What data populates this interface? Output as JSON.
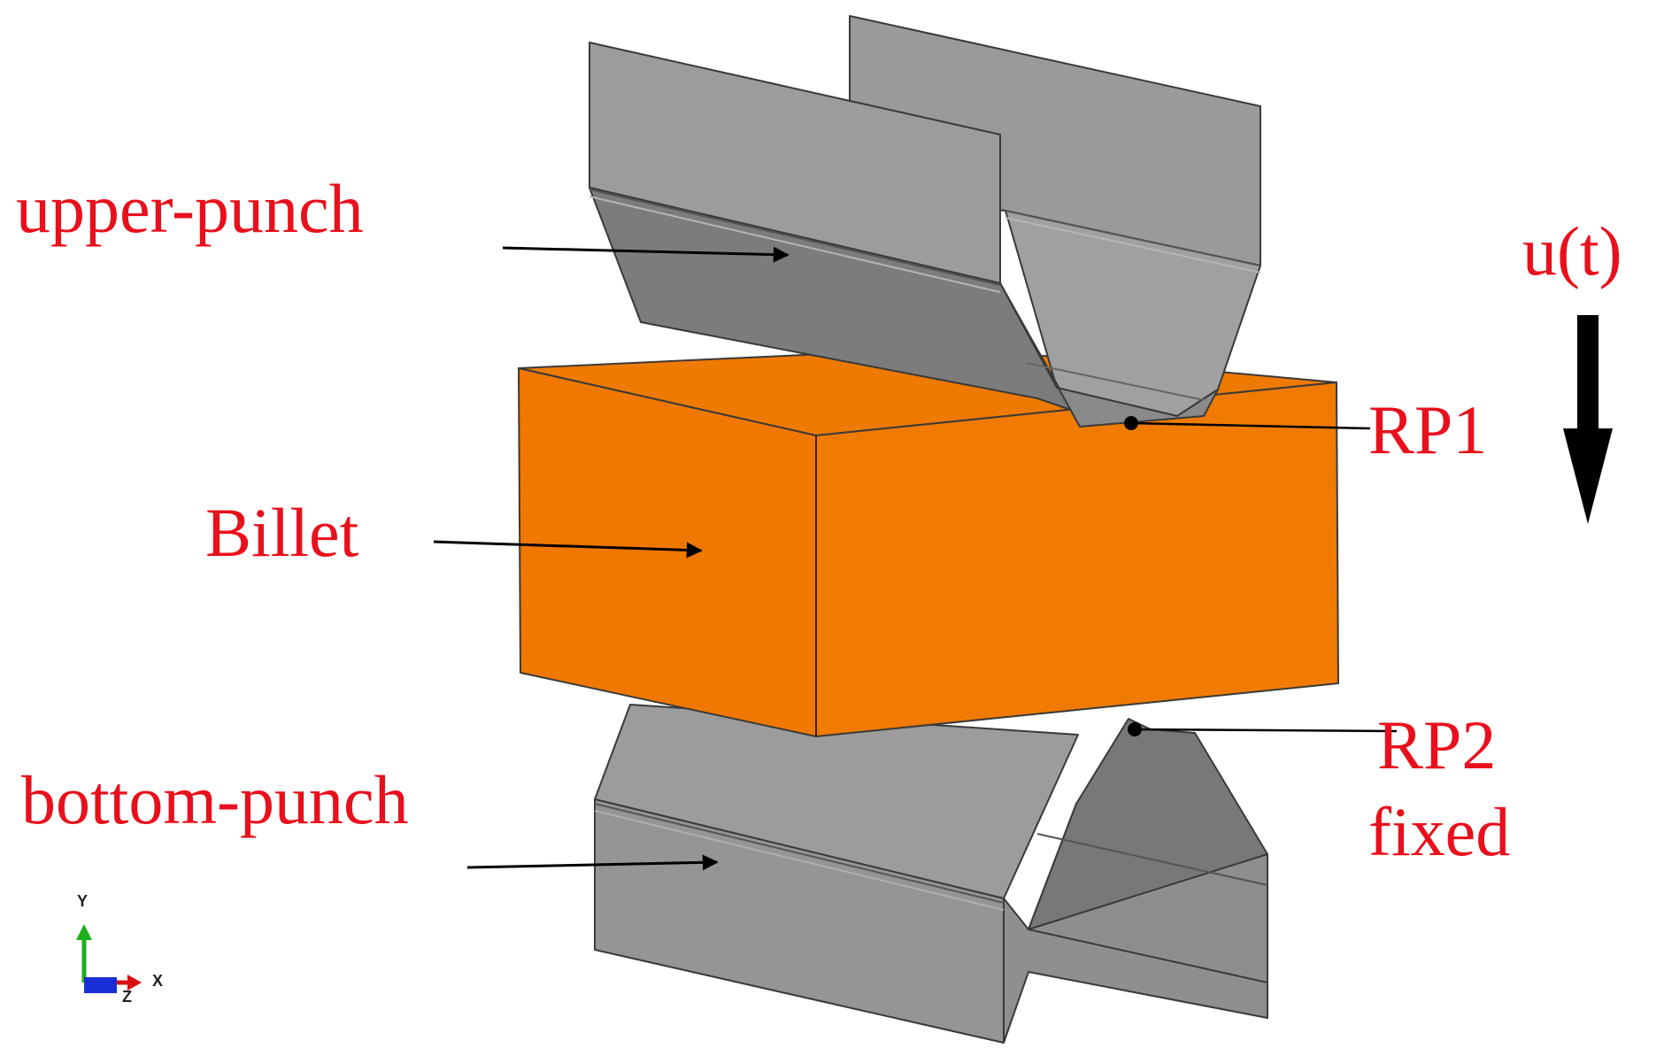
{
  "labels": {
    "upper_punch": "upper-punch",
    "billet": "Billet",
    "bottom_punch": "bottom-punch",
    "rp1": "RP1",
    "rp2": "RP2",
    "fixed": "fixed",
    "displacement": "u(t)"
  },
  "axes": {
    "y": "Y",
    "x": "X",
    "z": "Z"
  },
  "colors": {
    "label_red": "#e8101c",
    "billet_orange": "#f07800",
    "punch_light": "#9a9a9a",
    "punch_mid": "#8a8a8a",
    "punch_dark": "#707070",
    "axis_y": "#1db21d",
    "axis_x": "#d81010",
    "axis_z": "#1a2ed8"
  }
}
